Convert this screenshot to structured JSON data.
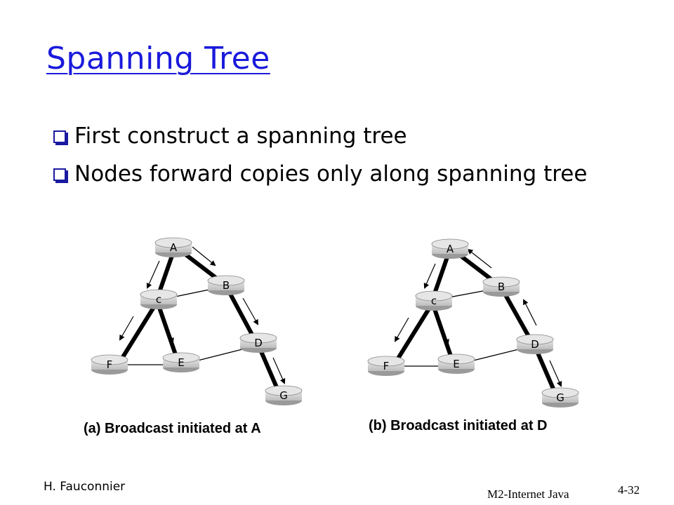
{
  "slide": {
    "title": "Spanning Tree",
    "bullets": [
      "First construct a spanning tree",
      "Nodes forward copies only along spanning tree"
    ]
  },
  "diagrams": [
    {
      "caption": "(a) Broadcast initiated at A",
      "nodes": [
        {
          "id": "A",
          "label": "A"
        },
        {
          "id": "B",
          "label": "B"
        },
        {
          "id": "C",
          "label": "c"
        },
        {
          "id": "D",
          "label": "D"
        },
        {
          "id": "E",
          "label": "E"
        },
        {
          "id": "F",
          "label": "F"
        },
        {
          "id": "G",
          "label": "G"
        }
      ]
    },
    {
      "caption": "(b) Broadcast initiated at D",
      "nodes": [
        {
          "id": "A",
          "label": "A"
        },
        {
          "id": "B",
          "label": "B"
        },
        {
          "id": "C",
          "label": "c"
        },
        {
          "id": "D",
          "label": "D"
        },
        {
          "id": "E",
          "label": "E"
        },
        {
          "id": "F",
          "label": "F"
        },
        {
          "id": "G",
          "label": "G"
        }
      ]
    }
  ],
  "footer": {
    "author": "H. Fauconnier",
    "course": "M2-Internet Java",
    "page": "4-32"
  },
  "colors": {
    "title": "#1a1adc",
    "bullet": "#1a1aa0",
    "node_fill": "#d4d4d4",
    "edge": "#000000"
  }
}
